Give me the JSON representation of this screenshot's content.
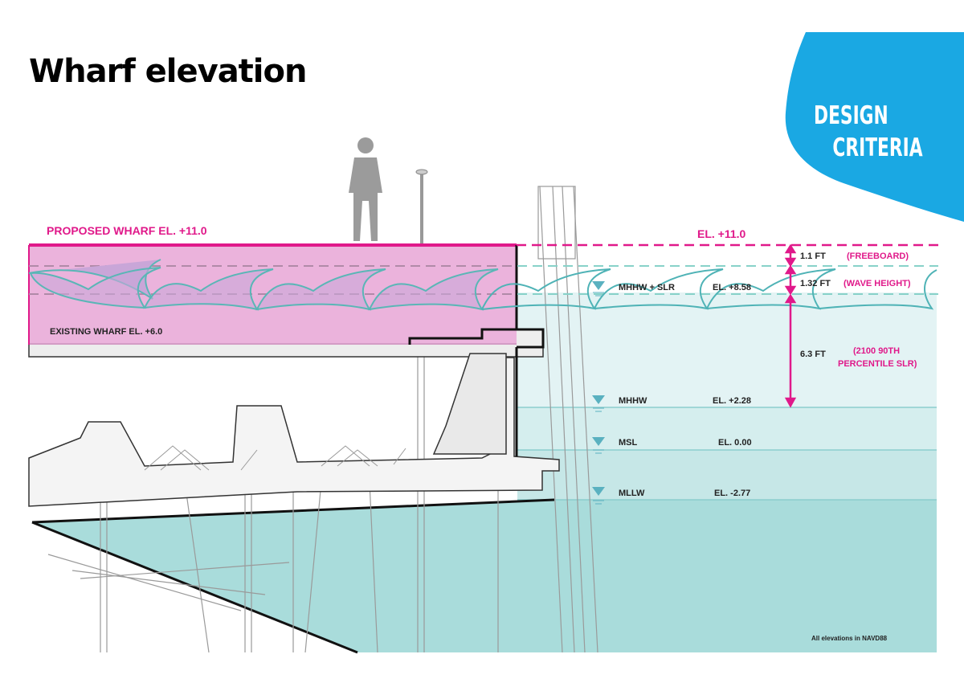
{
  "title": "Wharf elevation",
  "badge": {
    "line1": "DESIGN",
    "line2": "CRITERIA"
  },
  "labels": {
    "proposed": "PROPOSED WHARF EL. +11.0",
    "existing": "EXISTING WHARF EL. +6.0",
    "el_top": "EL. +11.0",
    "note": "All elevations in NAVD88"
  },
  "dimensions": [
    {
      "value": "1.1 FT",
      "desc1": "(FREEBOARD)",
      "desc2": ""
    },
    {
      "value": "1.32 FT",
      "desc1": "(WAVE HEIGHT)",
      "desc2": ""
    },
    {
      "value": "6.3 FT",
      "desc1": "(2100 90TH",
      "desc2": "PERCENTILE SLR)"
    }
  ],
  "water_levels": [
    {
      "name": "MHHW + SLR",
      "elevation": "EL. +8.58"
    },
    {
      "name": "MHHW",
      "elevation": "EL. +2.28"
    },
    {
      "name": "MSL",
      "elevation": "EL. 0.00"
    },
    {
      "name": "MLLW",
      "elevation": "EL. -2.77"
    }
  ],
  "colors": {
    "magenta": "#e0198a",
    "badge_blue": "#1aa8e3",
    "water_light": "#e3f3f4",
    "water_mid": "#cde9ea",
    "water_deep": "#a9dcdb",
    "wave": "#4fb3b6"
  }
}
